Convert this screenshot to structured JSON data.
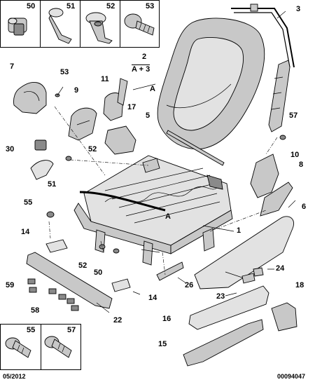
{
  "top_parts_box": {
    "labels": [
      "50",
      "51",
      "52",
      "53"
    ]
  },
  "bottom_parts_box": {
    "labels": [
      "55",
      "57"
    ]
  },
  "callouts": {
    "n3": "3",
    "n2": "2",
    "a_plus_3": "A + 3",
    "a_main": "A",
    "a_cushion": "A",
    "n7": "7",
    "n53": "53",
    "n11": "11",
    "n9": "9",
    "n17": "17",
    "n5": "5",
    "n57": "57",
    "n30": "30",
    "n52a": "52",
    "n10": "10",
    "n8": "8",
    "n51": "51",
    "n55": "55",
    "n6": "6",
    "n14a": "14",
    "n1": "1",
    "n52b": "52",
    "n50": "50",
    "n24": "24",
    "n59": "59",
    "n26": "26",
    "n23": "23",
    "n18": "18",
    "n58": "58",
    "n14b": "14",
    "n22": "22",
    "n16": "16",
    "n15": "15"
  },
  "footer": {
    "date": "05/2012",
    "reference": "00094047"
  }
}
